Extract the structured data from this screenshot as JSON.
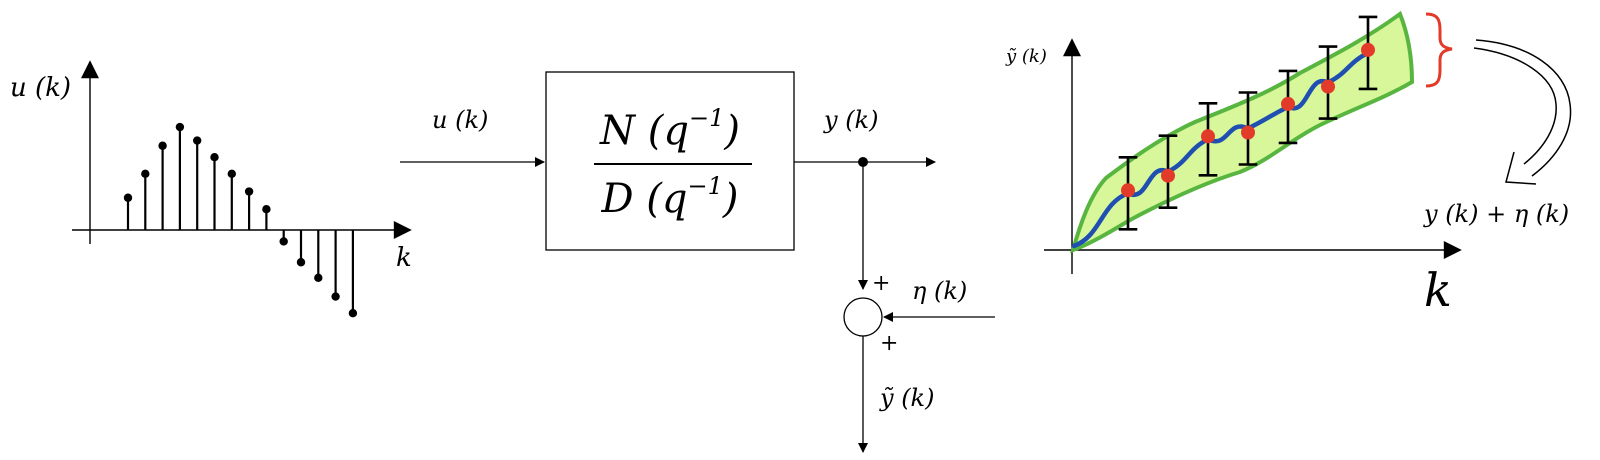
{
  "stem_plot": {
    "y_label": "u (k)",
    "x_label": "k",
    "samples": [
      0.62,
      1.08,
      1.62,
      1.98,
      1.72,
      1.4,
      1.08,
      0.74,
      0.4,
      -0.22,
      -0.62,
      -0.92,
      -1.28,
      -1.6
    ]
  },
  "block": {
    "numerator": "N (q",
    "denominator": "D (q",
    "exponent": "−1",
    "close": ")",
    "input_label": "u (k)",
    "output_label": "y (k)"
  },
  "summer": {
    "top_sign": "+",
    "side_sign": "+",
    "noise_label": "η (k)",
    "output_label": "ỹ (k)"
  },
  "noisy_plot": {
    "y_label": "ỹ (k)",
    "x_label": "k",
    "result_label": "y (k) + η (k)",
    "band_color": "#d8f79a",
    "band_edge_color": "#58b640",
    "curve_color": "#1f4fb0",
    "point_color": "#e23b2a",
    "brace_color": "#e23b2a",
    "points": [
      [
        1,
        2.1
      ],
      [
        2,
        2.9
      ],
      [
        3,
        4.1
      ],
      [
        4,
        4.5
      ],
      [
        5,
        5.3
      ],
      [
        6,
        6.2
      ],
      [
        7,
        7.3
      ]
    ]
  }
}
